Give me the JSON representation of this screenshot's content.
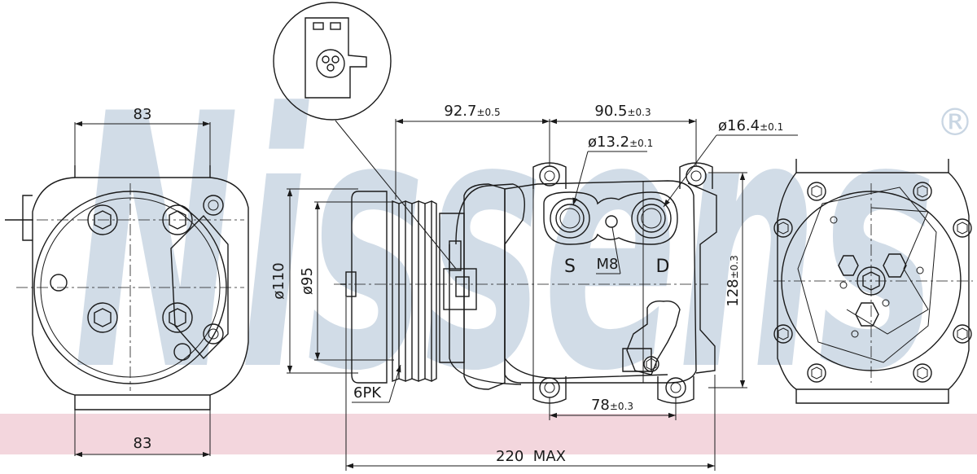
{
  "brand": {
    "watermark": "Nissens",
    "registered_mark": "®",
    "watermark_color": "#c9d6e3",
    "band_color": "#f3d6dd"
  },
  "dimensions": {
    "width_top": "83",
    "width_bottom": "83",
    "pulley_offset": "92.7",
    "pulley_offset_tol": "±0.5",
    "port_spacing": "90.5",
    "port_spacing_tol": "±0.3",
    "suction_port_dia": "ø13.2",
    "suction_port_tol": "±0.1",
    "discharge_port_dia": "ø16.4",
    "discharge_port_tol": "±0.1",
    "height": "128",
    "height_tol": "±0.3",
    "outer_dia": "ø110",
    "pulley_dia": "ø95",
    "mount_spacing": "78",
    "mount_spacing_tol": "±0.3",
    "overall_length": "220  MAX",
    "belt": "6PK"
  },
  "ports": {
    "suction": "S",
    "thread": "M8",
    "discharge": "D"
  }
}
